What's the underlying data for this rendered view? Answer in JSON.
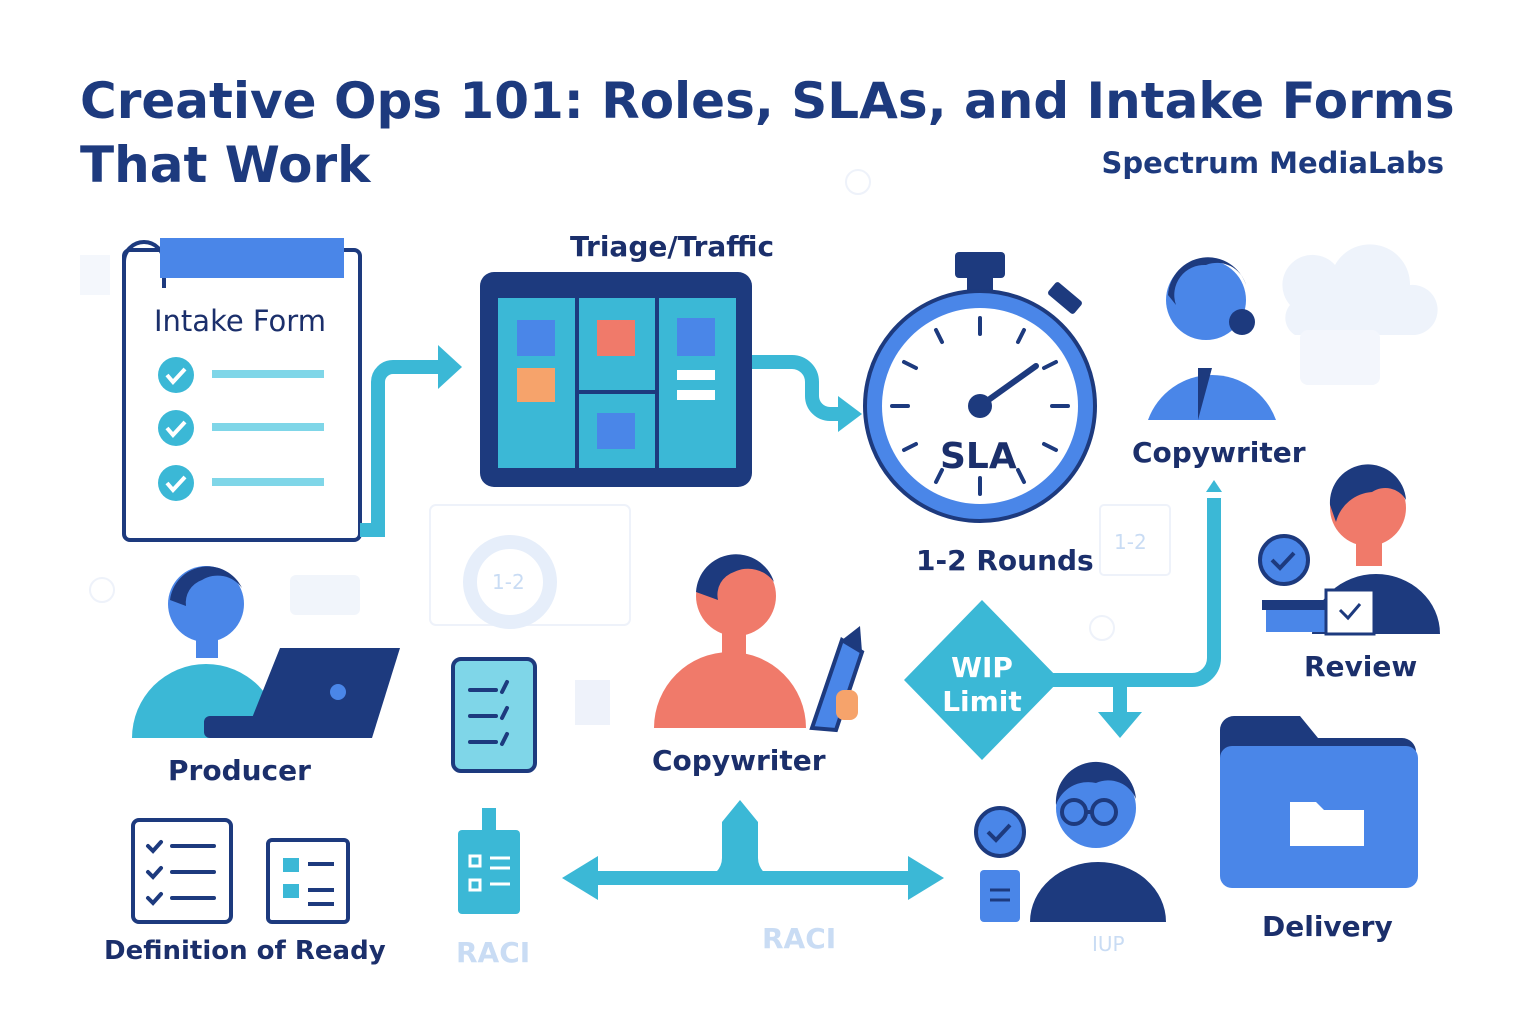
{
  "header": {
    "title_line1": "Creative Ops 101: Roles, SLAs, and Intake Forms",
    "title_line2": "That Work",
    "brand": "Spectrum MediaLabs"
  },
  "nodes": {
    "intake_form": "Intake Form",
    "triage": "Triage/Traffic",
    "sla": "SLA",
    "rounds": "1-2 Rounds",
    "copywriter_top": "Copywriter",
    "review": "Review",
    "producer": "Producer",
    "copywriter_center": "Copywriter",
    "wip_line1": "WIP",
    "wip_line2": "Limit",
    "delivery": "Delivery",
    "definition_of_ready": "Definition of Ready"
  },
  "background_marks": {
    "raci_left": "RACI",
    "raci_center": "RACI",
    "iup": "IUP",
    "donut": "1-2",
    "box_mark": "1-2"
  },
  "colors": {
    "navy": "#1d3a7e",
    "blue": "#4a86e8",
    "cyan": "#3bb8d6",
    "coral": "#f07a6a",
    "orange": "#f6a36b",
    "faint": "#c9dcf4"
  },
  "icons": [
    "intake-form-icon",
    "kanban-board-icon",
    "stopwatch-icon",
    "copywriter-icon",
    "reviewer-icon",
    "producer-icon",
    "checklist-icon",
    "copywriter-pen-icon",
    "wip-diamond-icon",
    "approver-icon",
    "delivery-folder-icon",
    "definition-checklist-icon",
    "definition-grid-icon",
    "raci-badge-icon"
  ]
}
